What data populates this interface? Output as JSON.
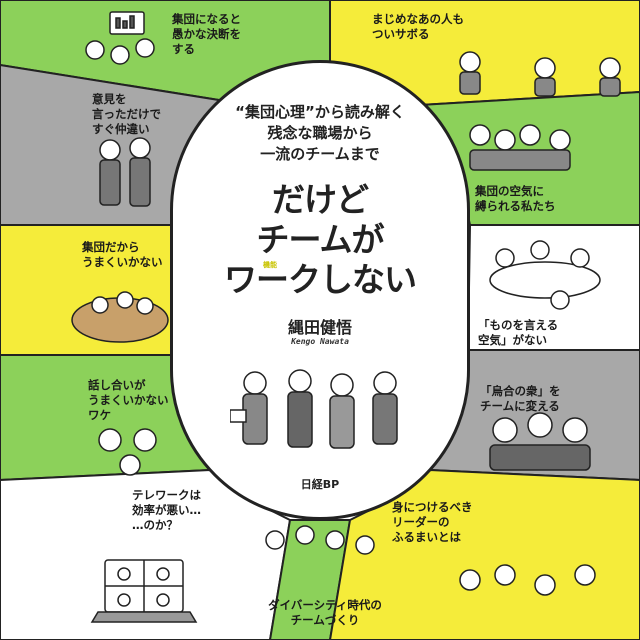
{
  "book": {
    "subtitle_lines": [
      "“集団心理”から読み解く",
      "残念な職場から",
      "一流のチームまで"
    ],
    "title_lines": [
      "だけど",
      "チームが",
      "ワークしない"
    ],
    "title_ruby": "機能",
    "author": "縄田健悟",
    "author_romaji": "Kengo Nawata",
    "publisher": "日経BP"
  },
  "panels": {
    "p1": {
      "lines": [
        "集団になると",
        "愚かな決断を",
        "する"
      ]
    },
    "p2": {
      "lines": [
        "まじめなあの人も",
        "ついサボる"
      ]
    },
    "p3": {
      "lines": [
        "意見を",
        "言っただけで",
        "すぐ仲違い"
      ]
    },
    "p4": {
      "lines": [
        "集団の空気に",
        "縛られる私たち"
      ]
    },
    "p5": {
      "lines": [
        "集団だから",
        "うまくいかない"
      ]
    },
    "p6": {
      "lines": [
        "「ものを言える",
        "空気」がない"
      ]
    },
    "p7": {
      "lines": [
        "話し合いが",
        "うまくいかない",
        "ワケ"
      ]
    },
    "p8": {
      "lines": [
        "「烏合の衆」を",
        "チームに変える"
      ]
    },
    "p9": {
      "lines": [
        "テレワークは",
        "効率が悪い…",
        "…のか？"
      ]
    },
    "p10": {
      "lines": [
        "身につけるべき",
        "リーダーの",
        "ふるまいとは"
      ]
    },
    "p11": {
      "lines": [
        "ダイバーシティ時代の",
        "チームづくり"
      ]
    }
  },
  "colors": {
    "green": "#8cd15a",
    "yellow": "#f5ec3a",
    "gray": "#a8a8a8",
    "white": "#ffffff",
    "ink": "#222222"
  }
}
